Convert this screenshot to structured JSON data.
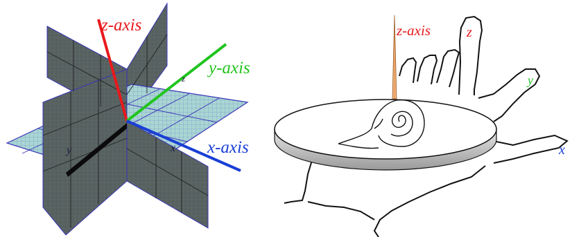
{
  "left_figure": {
    "z_label": "z-axis",
    "y_label": "y-axis",
    "x_label": "x-axis",
    "plane_labels": {
      "x": "x",
      "y": "y",
      "z": "z"
    }
  },
  "right_figure": {
    "z_axis_label": "z-axis",
    "hand_z_label": "z",
    "hand_y_label": "y",
    "hand_x_label": "x"
  },
  "colors": {
    "z_axis": "#e8191c",
    "y_axis": "#22c41f",
    "x_axis": "#1a3fd6",
    "grid_plane_fill": "#a9d6d3",
    "dark_plane_fill": "#4f5a5a",
    "plane_edge": "#3a35b8",
    "spike": "#f0b07a"
  }
}
